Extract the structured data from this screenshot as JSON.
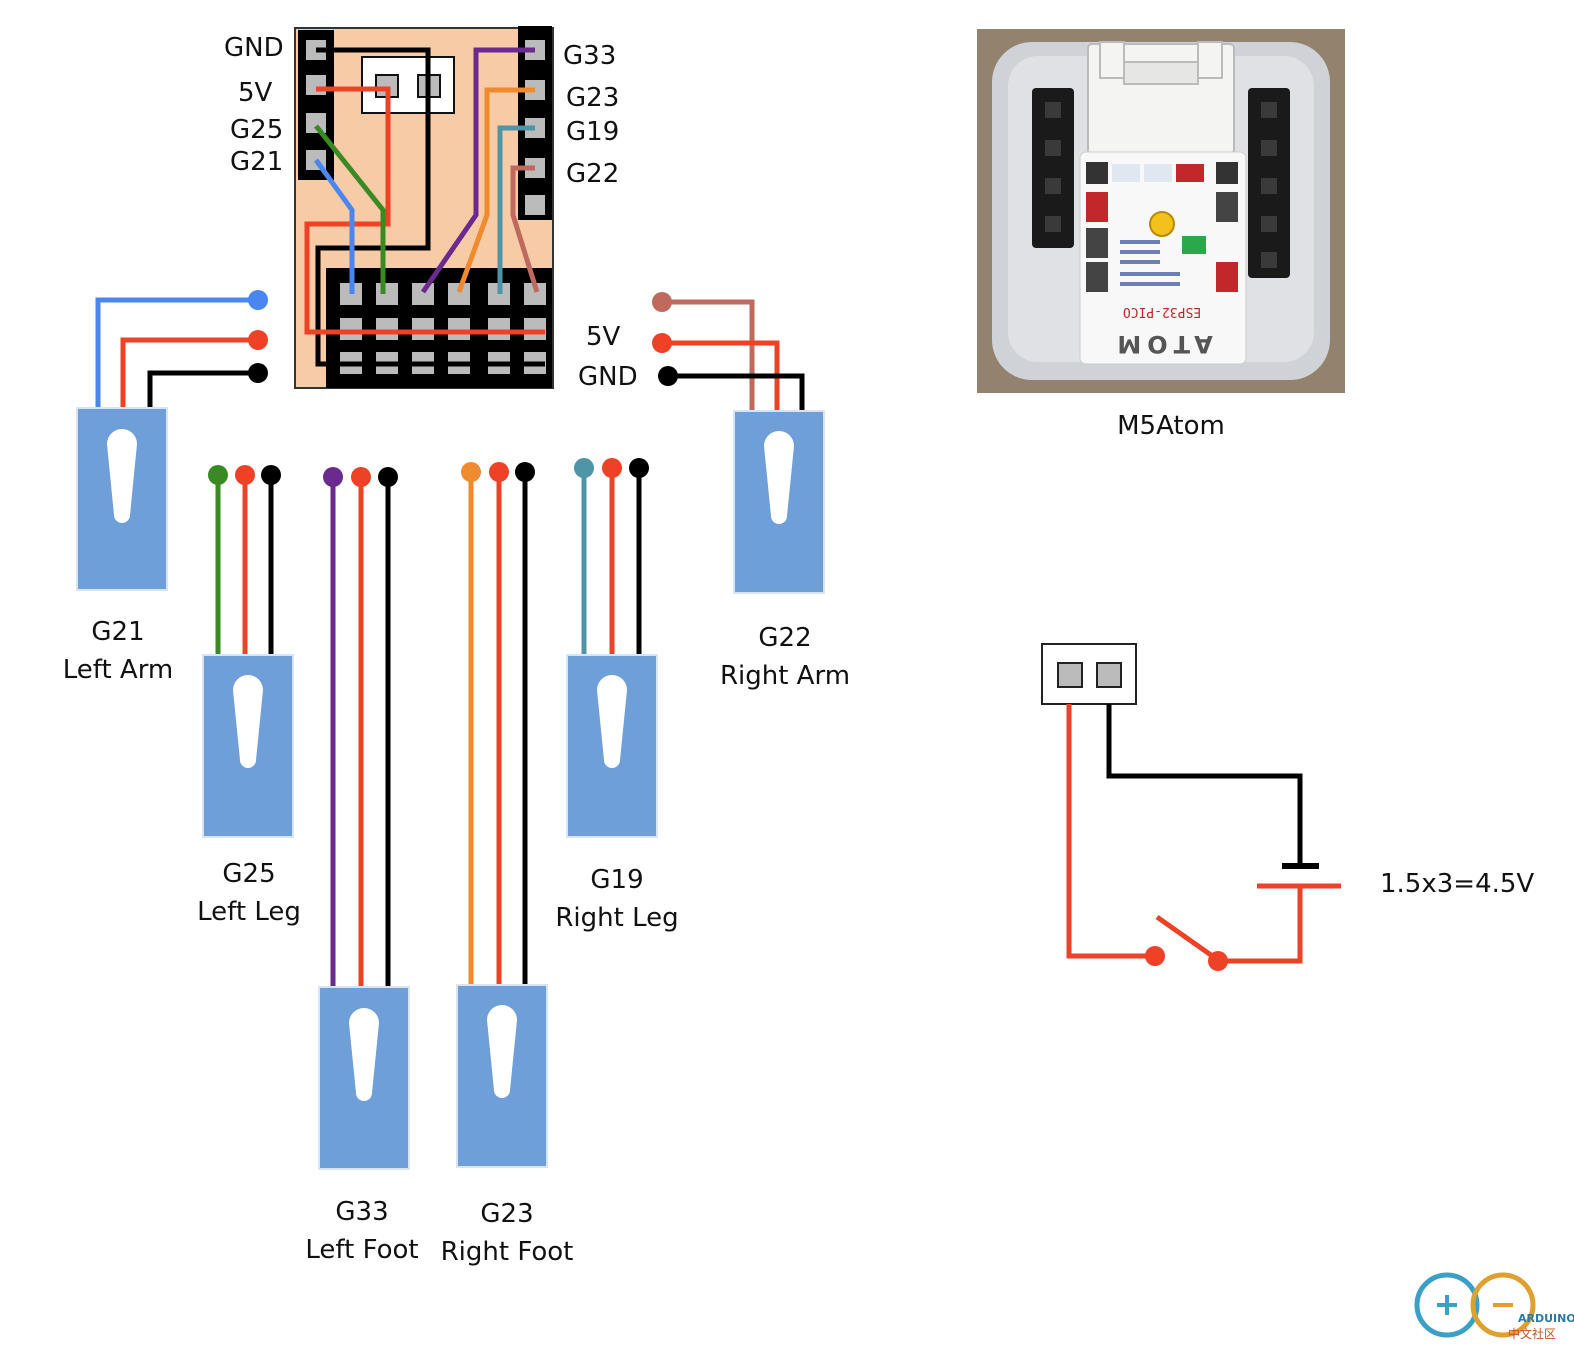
{
  "colors": {
    "red": "#ee4125",
    "black": "#000000",
    "blue": "#4a86f0",
    "green": "#3a8a23",
    "purple": "#6a2a8e",
    "orange": "#ef8a2e",
    "teal": "#4f95a8",
    "brown": "#c06a5e",
    "servo": "#6f9fd8",
    "board": "#f7cba5"
  },
  "board": {
    "left_pins": [
      "GND",
      "5V",
      "G25",
      "G21"
    ],
    "right_pins": [
      "G33",
      "G23",
      "G19",
      "G22"
    ],
    "right_power": [
      "5V",
      "GND"
    ]
  },
  "servos": [
    {
      "pin": "G21",
      "name": "Left Arm",
      "signal_color": "blue",
      "signal_icon": "servo-icon"
    },
    {
      "pin": "G25",
      "name": "Left Leg",
      "signal_color": "green",
      "signal_icon": "servo-icon"
    },
    {
      "pin": "G33",
      "name": "Left Foot",
      "signal_color": "purple",
      "signal_icon": "servo-icon"
    },
    {
      "pin": "G23",
      "name": "Right Foot",
      "signal_color": "orange",
      "signal_icon": "servo-icon"
    },
    {
      "pin": "G19",
      "name": "Right Leg",
      "signal_color": "teal",
      "signal_icon": "servo-icon"
    },
    {
      "pin": "G22",
      "name": "Right Arm",
      "signal_color": "brown",
      "signal_icon": "servo-icon"
    }
  ],
  "photo": {
    "caption": "M5Atom",
    "chip_label": "ESP32-PICO",
    "brand": "ATOM"
  },
  "battery": {
    "label": "1.5x3=4.5V"
  },
  "watermark": {
    "text": "ARDUINO",
    "subtext": "中文社区"
  }
}
